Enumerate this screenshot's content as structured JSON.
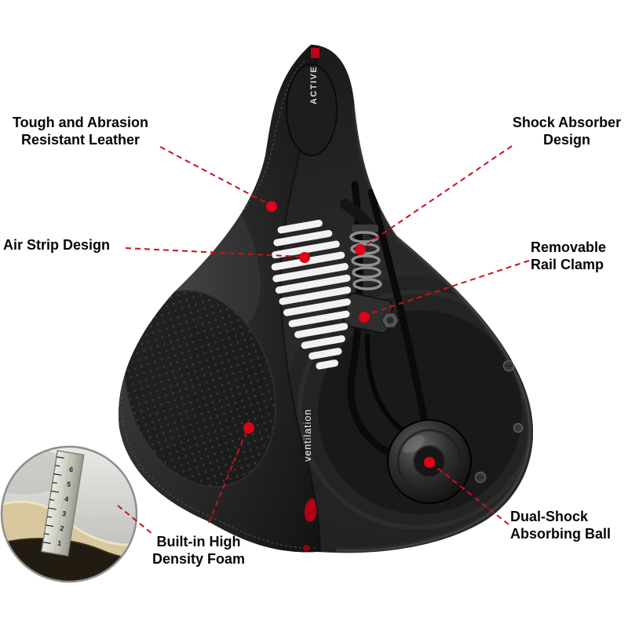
{
  "page": {
    "background": "#ffffff",
    "accent_red": "#d40018",
    "label_color": "#060606"
  },
  "callouts": {
    "leather": {
      "line1": "Tough and Abrasion",
      "line2": "Resistant Leather"
    },
    "shock_absorber": {
      "line1": "Shock Absorber",
      "line2": "Design"
    },
    "air_strip": {
      "line1": "Air Strip Design"
    },
    "rail_clamp": {
      "line1": "Removable",
      "line2": "Rail Clamp"
    },
    "foam": {
      "line1": "Built-in High",
      "line2": "Density Foam"
    },
    "shock_ball": {
      "line1": "Dual-Shock",
      "line2": "Absorbing Ball"
    }
  },
  "saddle_text": {
    "brand": "ACTIVE",
    "vent_label": "ventilation"
  },
  "inset": {
    "ruler_numbers": [
      "1",
      "2",
      "3",
      "4",
      "5",
      "6"
    ]
  }
}
